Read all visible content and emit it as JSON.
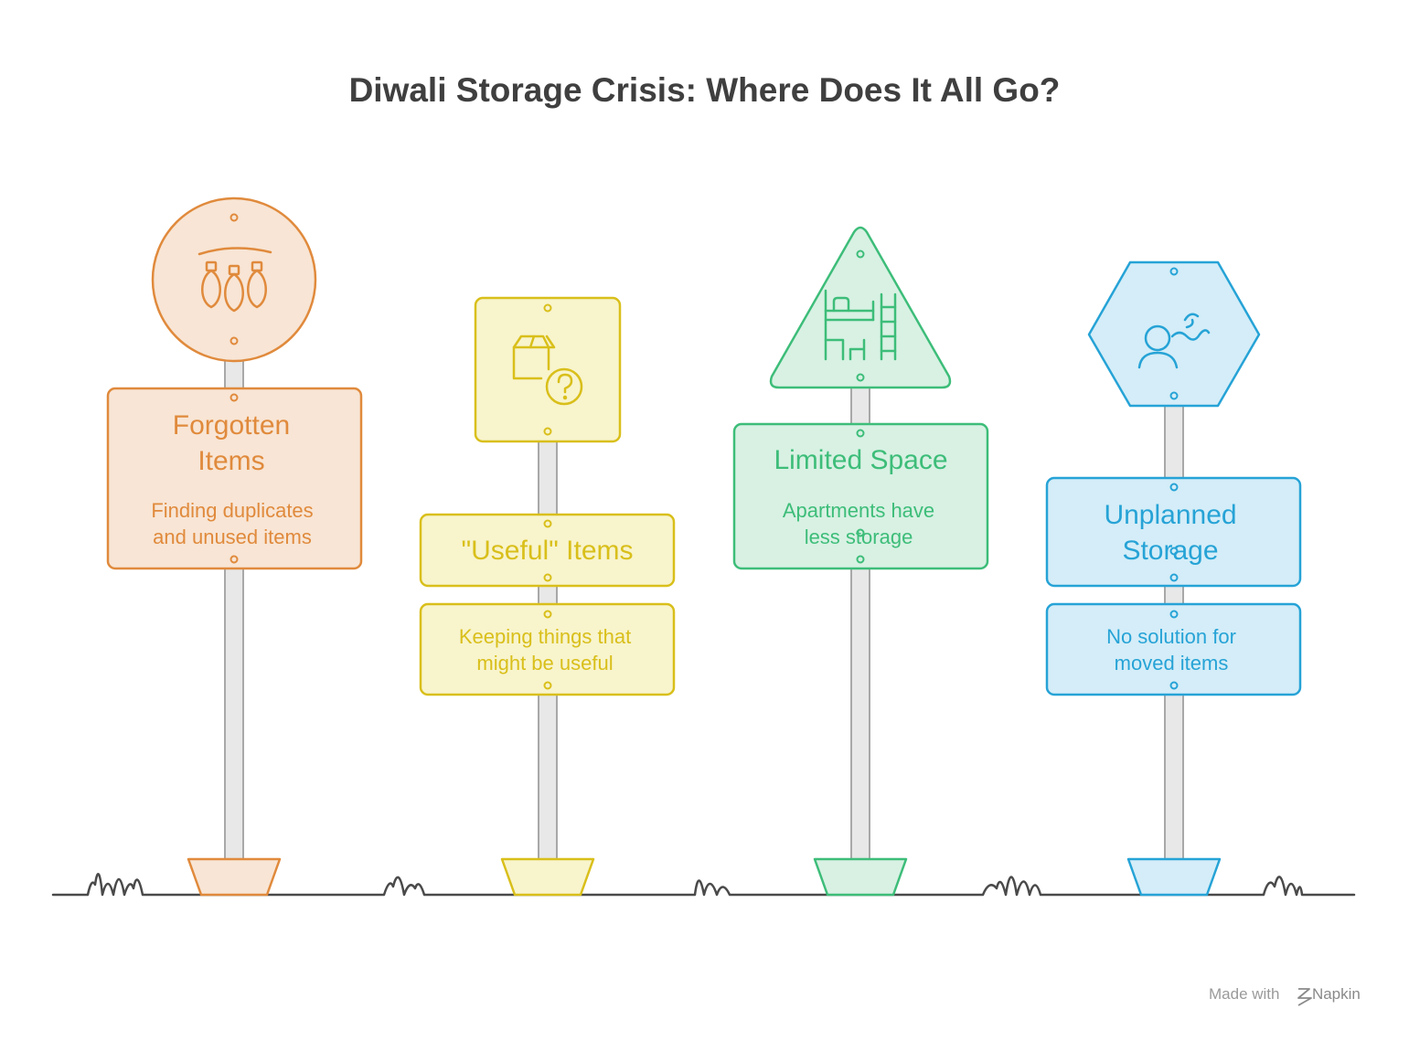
{
  "title": "Diwali Storage Crisis: Where Does It All Go?",
  "signs": [
    {
      "heading_line1": "Forgotten",
      "heading_line2": "Items",
      "desc_line1": "Finding duplicates",
      "desc_line2": "and unused items",
      "icon": "string-lights-icon",
      "shape": "circle",
      "color": "#e08a3c",
      "fill": "#f8e5d5"
    },
    {
      "heading_line1": "\"Useful\" Items",
      "desc_line1": "Keeping things that",
      "desc_line2": "might be useful",
      "icon": "box-question-icon",
      "shape": "square",
      "color": "#d9bf1a",
      "fill": "#f8f4cc"
    },
    {
      "heading_line1": "Limited Space",
      "desc_line1": "Apartments have",
      "desc_line2": "less storage",
      "icon": "bunk-bed-icon",
      "shape": "triangle",
      "color": "#3dbd79",
      "fill": "#d8f1e3"
    },
    {
      "heading_line1": "Unplanned",
      "heading_line2": "Storage",
      "desc_line1": "No solution for",
      "desc_line2": "moved items",
      "icon": "person-thinking-icon",
      "shape": "hexagon",
      "color": "#26a3d6",
      "fill": "#d4edf8"
    }
  ],
  "credit": {
    "prefix": "Made with",
    "brand": "Napkin"
  }
}
